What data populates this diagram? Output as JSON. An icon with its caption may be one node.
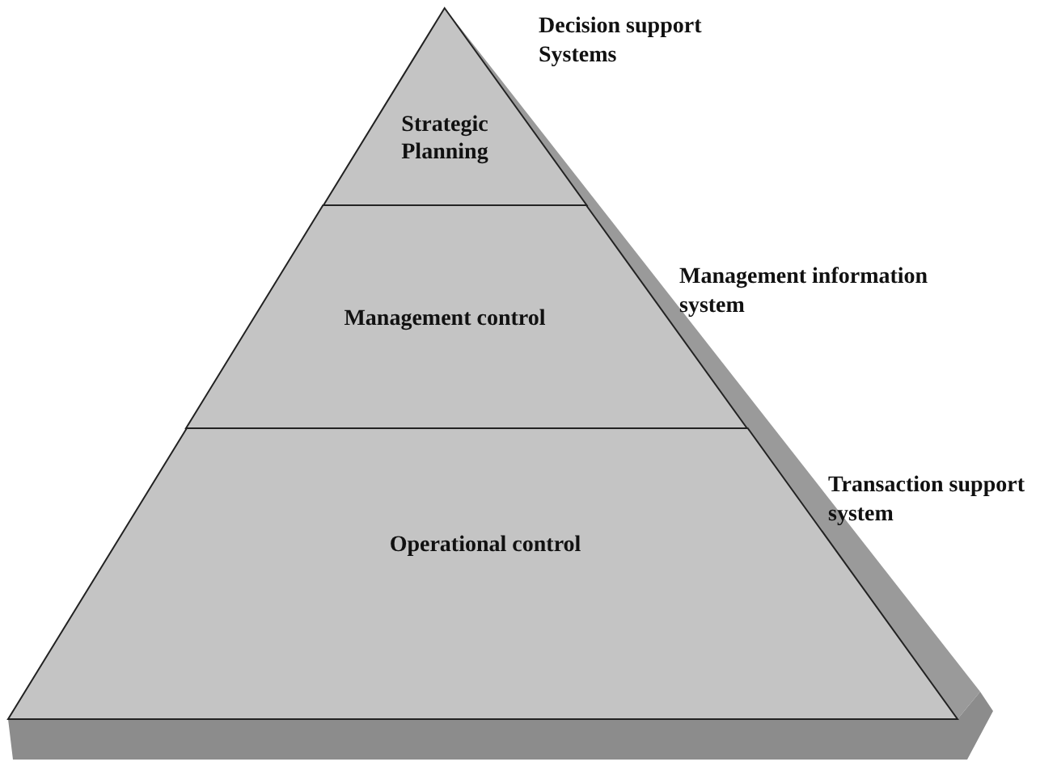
{
  "diagram": {
    "nodes": [
      {
        "text": [
          "Strategic Planning"
        ],
        "beside": [
          "Decision support Systems"
        ]
      },
      {
        "text": [
          "Management control"
        ],
        "beside": [
          "Management information system"
        ]
      },
      {
        "text": [
          "Operational control"
        ],
        "beside": [
          "Transaction support system"
        ]
      }
    ]
  }
}
